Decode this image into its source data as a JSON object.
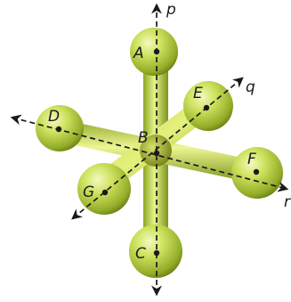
{
  "colors": {
    "ball_light": "#eef7a6",
    "ball_mid": "#c8de55",
    "ball_dark": "#6f8a16",
    "rod_light": "#e9f48c",
    "rod_dark": "#7e9a1c",
    "center": "#8a8f20",
    "ink": "#1a1a1a"
  },
  "axes": {
    "p": {
      "label": "p"
    },
    "q": {
      "label": "q"
    },
    "r": {
      "label": "r"
    }
  },
  "points": {
    "A": {
      "label": "A"
    },
    "B": {
      "label": "B"
    },
    "C": {
      "label": "C"
    },
    "D": {
      "label": "D"
    },
    "E": {
      "label": "E"
    },
    "F": {
      "label": "F"
    },
    "G": {
      "label": "G"
    }
  }
}
